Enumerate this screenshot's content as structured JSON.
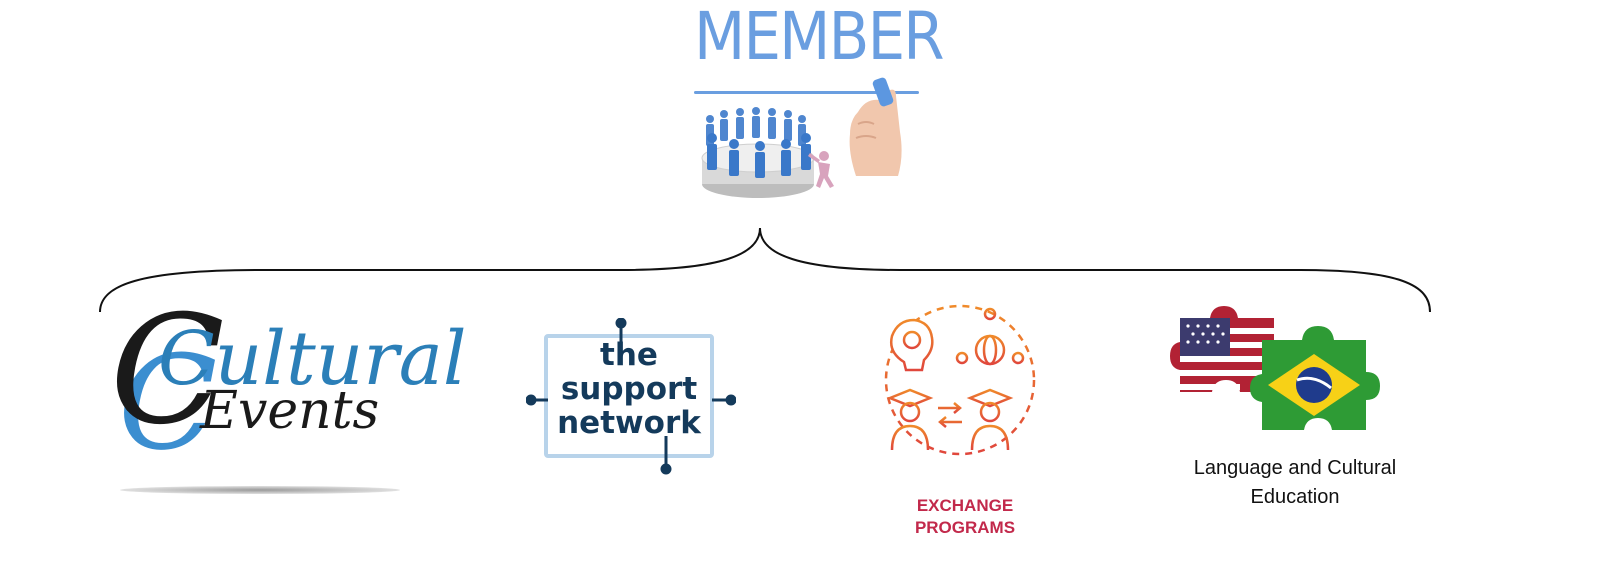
{
  "top": {
    "title": "MEMBER",
    "title_color": "#6a9ee0"
  },
  "branches": [
    {
      "logo_line1": "Cultural",
      "logo_line2": "Events",
      "icon": "cultural-events-logo"
    },
    {
      "logo_line1": "the",
      "logo_line2": "support",
      "logo_line3": "network",
      "icon": "support-network-logo"
    },
    {
      "caption_line1": "EXCHANGE",
      "caption_line2": "PROGRAMS",
      "icon": "exchange-programs-icon"
    },
    {
      "caption_line1": "Language and Cultural",
      "caption_line2": "Education",
      "icon": "usa-brazil-puzzle-icon"
    }
  ],
  "colors": {
    "member_blue": "#6a9ee0",
    "support_navy": "#143a5b",
    "exchange_red": "#c2294b",
    "exchange_orange": "#e8703a"
  }
}
